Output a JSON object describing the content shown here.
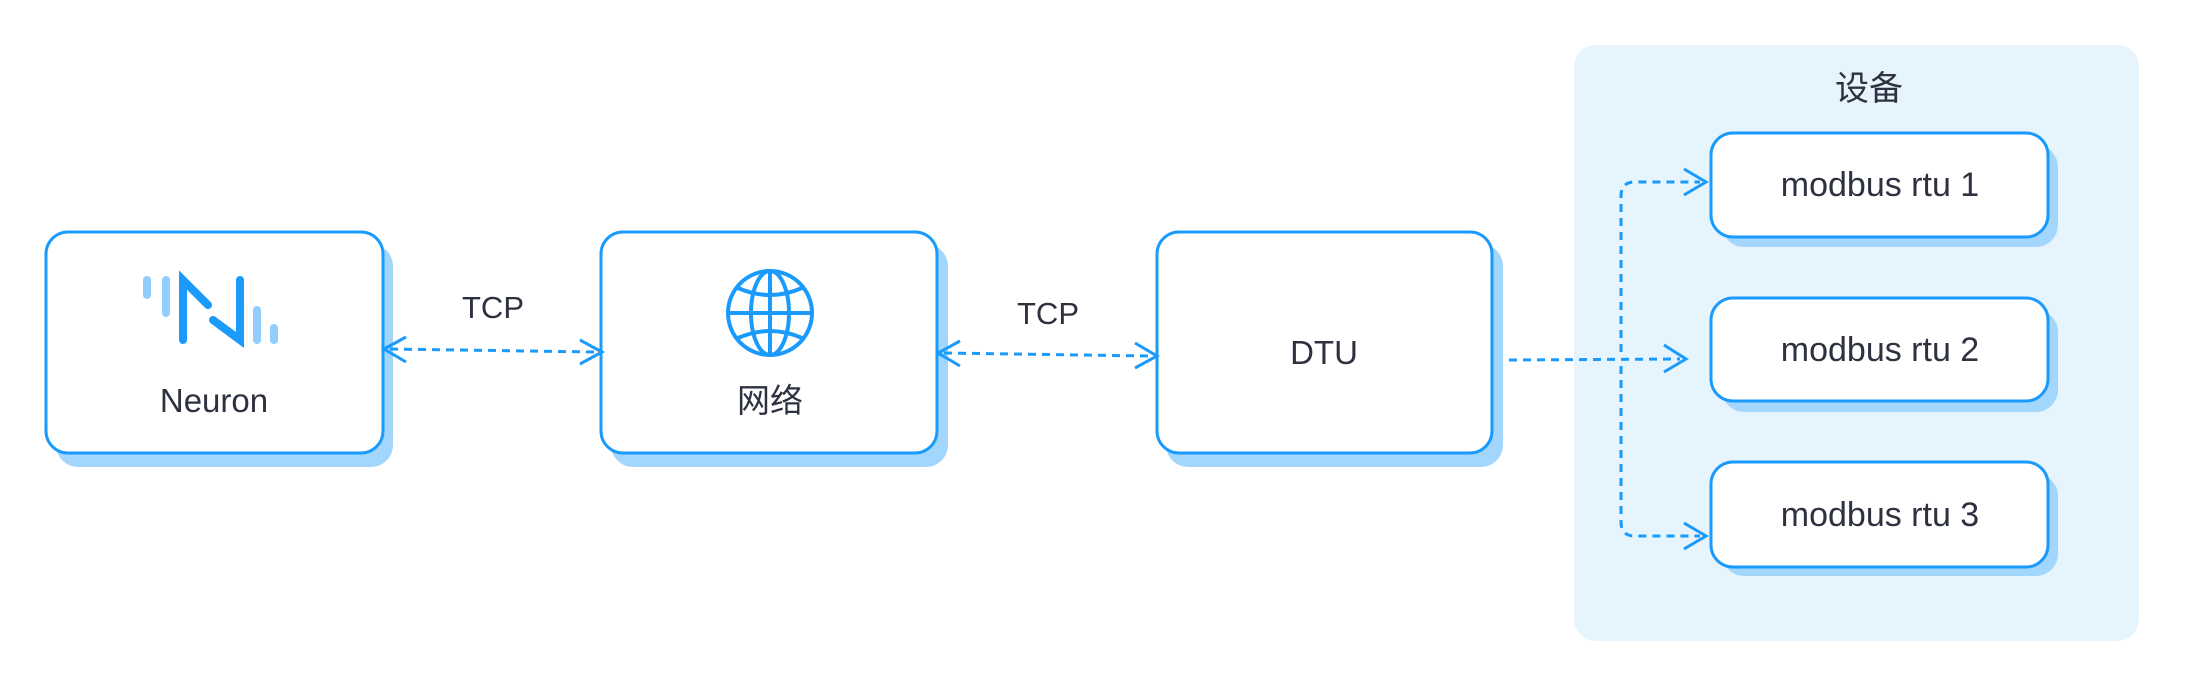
{
  "nodes": {
    "neuron": {
      "label": "Neuron",
      "icon": "neuron-logo-icon"
    },
    "network": {
      "label": "网络",
      "icon": "globe-icon"
    },
    "dtu": {
      "label": "DTU"
    }
  },
  "links": {
    "neuron_network": {
      "label": "TCP"
    },
    "network_dtu": {
      "label": "TCP"
    }
  },
  "devices_group": {
    "title": "设备",
    "items": [
      {
        "label": "modbus rtu 1"
      },
      {
        "label": "modbus rtu 2"
      },
      {
        "label": "modbus rtu 3"
      }
    ]
  },
  "colors": {
    "accent": "#1a9bfc",
    "shadow": "#a3d6fd",
    "group_background": "#e6f4fd",
    "text": "#2e3140"
  }
}
